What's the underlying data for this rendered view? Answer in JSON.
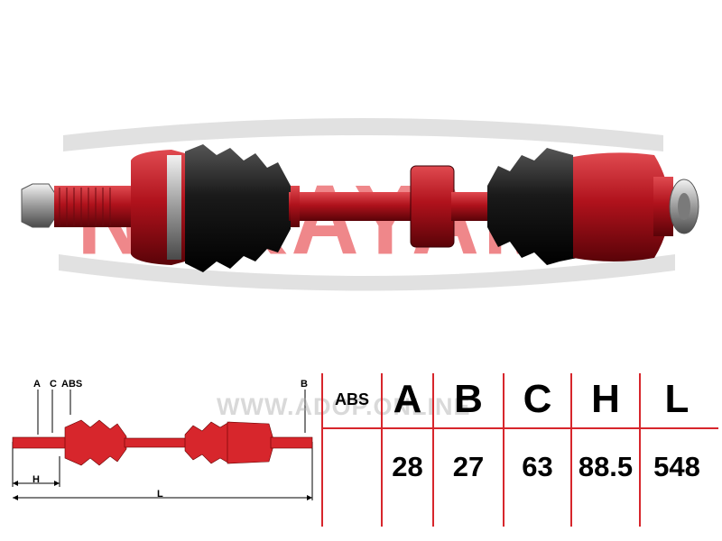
{
  "brand_watermark": "NAKAYAMA",
  "site_watermark": "WWW.ADOP.ONLINE",
  "diagram_labels": {
    "a": "A",
    "c": "C",
    "abs": "ABS",
    "b": "B",
    "h": "H",
    "l": "L"
  },
  "spec_table": {
    "headers": [
      "ABS",
      "A",
      "B",
      "C",
      "H",
      "L"
    ],
    "values": [
      "",
      "28",
      "27",
      "63",
      "88.5",
      "548"
    ]
  },
  "colors": {
    "accent": "#d7262c",
    "shaft_red": "#b0121c",
    "boot_black": "#1a1a1a"
  }
}
